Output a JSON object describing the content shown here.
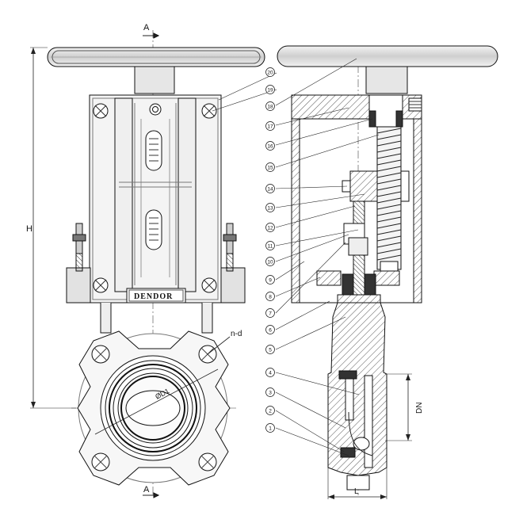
{
  "drawing": {
    "brand": "DENDOR",
    "section_top": "A",
    "section_bottom": "A",
    "dim_height": "H",
    "dim_nominal": "DN",
    "dim_length": "L",
    "dim_bolts": "n-d",
    "dim_bolt_circle": "ØD1"
  },
  "callouts": [
    "20",
    "19",
    "18",
    "17",
    "16",
    "15",
    "14",
    "13",
    "12",
    "11",
    "10",
    "9",
    "8",
    "7",
    "6",
    "5",
    "4",
    "3",
    "2",
    "1"
  ],
  "colors": {
    "line": "#111111",
    "hatch": "#666666",
    "fill": "#dcdcdc",
    "dark": "#3a3a3a"
  }
}
